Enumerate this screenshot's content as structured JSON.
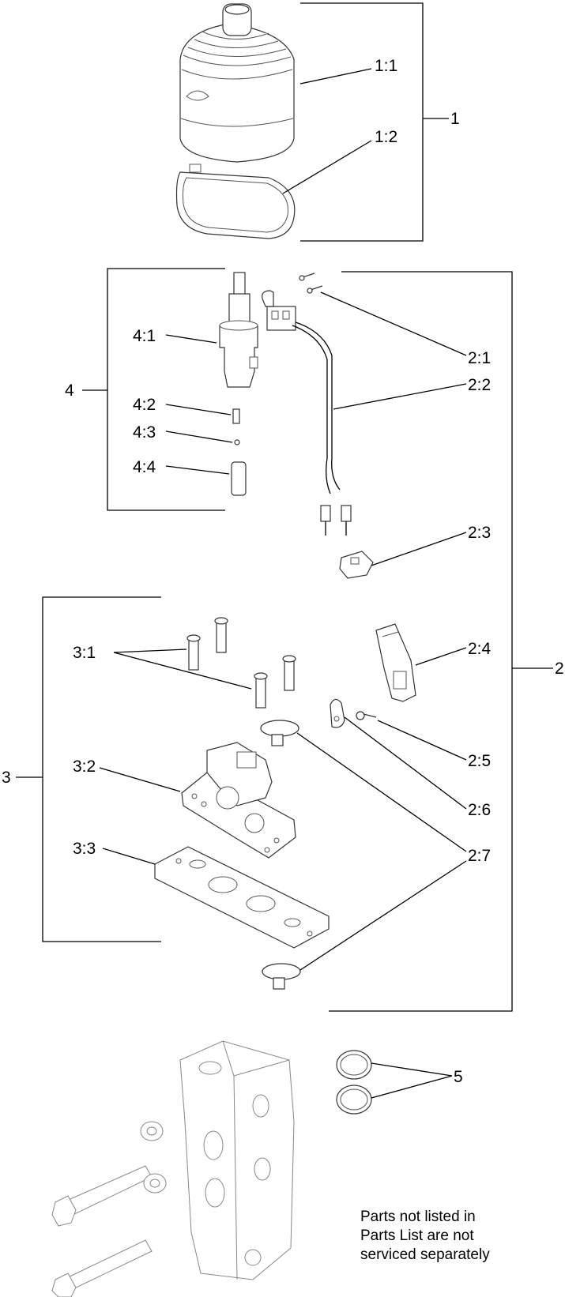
{
  "labels": {
    "a1": "1",
    "a1_1": "1:1",
    "a1_2": "1:2",
    "a2": "2",
    "a2_1": "2:1",
    "a2_2": "2:2",
    "a2_3": "2:3",
    "a2_4": "2:4",
    "a2_5": "2:5",
    "a2_6": "2:6",
    "a2_7": "2:7",
    "a3": "3",
    "a3_1": "3:1",
    "a3_2": "3:2",
    "a3_3": "3:3",
    "a4": "4",
    "a4_1": "4:1",
    "a4_2": "4:2",
    "a4_3": "4:3",
    "a4_4": "4:4",
    "a5": "5"
  },
  "note": {
    "line1": "Parts not listed in",
    "line2": "Parts List are not",
    "line3": "serviced separately"
  }
}
